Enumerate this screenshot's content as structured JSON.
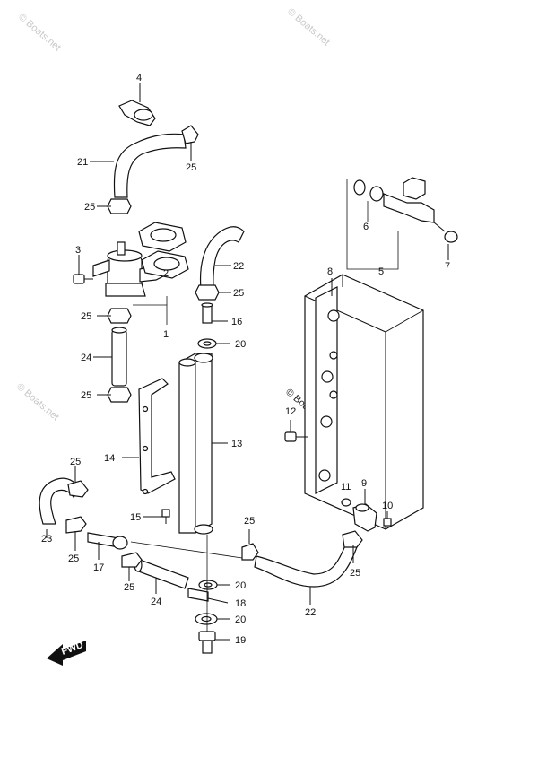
{
  "watermarks": {
    "corner_top_left": "© Boats.net",
    "corner_top_right": "© Boats.net",
    "corner_mid_left": "© Boats.net",
    "center": "© Boats.net"
  },
  "fwd_label": "FWD",
  "callouts": {
    "c1": "1",
    "c2": "2",
    "c3": "3",
    "c4": "4",
    "c5": "5",
    "c6": "6",
    "c7": "7",
    "c8": "8",
    "c9": "9",
    "c10": "10",
    "c11": "11",
    "c12": "12",
    "c13": "13",
    "c14": "14",
    "c15": "15",
    "c16": "16",
    "c17": "17",
    "c18": "18",
    "c19": "19",
    "c20": "20",
    "c21": "21",
    "c22": "22",
    "c23": "23",
    "c24": "24",
    "c25": "25"
  }
}
